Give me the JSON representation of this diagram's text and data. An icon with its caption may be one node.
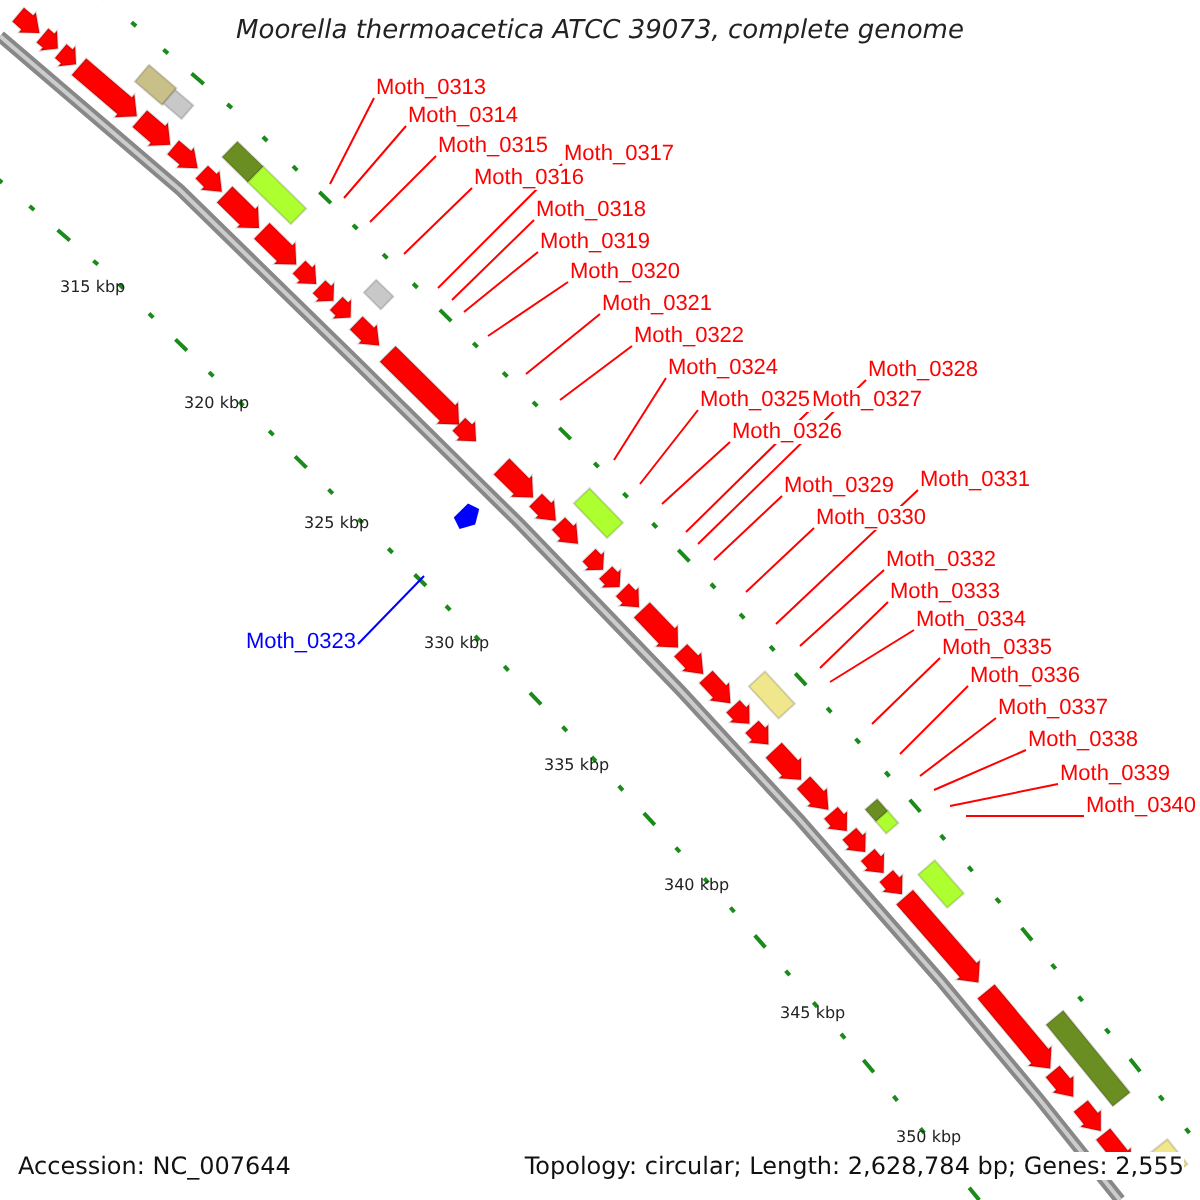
{
  "diagram": {
    "title": "Moorella thermoacetica ATCC 39073, complete genome",
    "nodes": [
      {
        "text": [
          "Moth_0313"
        ]
      },
      {
        "text": [
          "Moth_0314"
        ]
      },
      {
        "text": [
          "Moth_0315"
        ]
      },
      {
        "text": [
          "Moth_0316"
        ]
      },
      {
        "text": [
          "Moth_0317"
        ]
      },
      {
        "text": [
          "Moth_0318"
        ]
      },
      {
        "text": [
          "Moth_0319"
        ]
      },
      {
        "text": [
          "Moth_0320"
        ]
      },
      {
        "text": [
          "Moth_0321"
        ]
      },
      {
        "text": [
          "Moth_0322"
        ]
      },
      {
        "text": [
          "Moth_0323"
        ]
      },
      {
        "text": [
          "Moth_0324"
        ]
      },
      {
        "text": [
          "Moth_0325"
        ]
      },
      {
        "text": [
          "Moth_0326"
        ]
      },
      {
        "text": [
          "Moth_0327"
        ]
      },
      {
        "text": [
          "Moth_0328"
        ]
      },
      {
        "text": [
          "Moth_0329"
        ]
      },
      {
        "text": [
          "Moth_0330"
        ]
      },
      {
        "text": [
          "Moth_0331"
        ]
      },
      {
        "text": [
          "Moth_0332"
        ]
      },
      {
        "text": [
          "Moth_0333"
        ]
      },
      {
        "text": [
          "Moth_0334"
        ]
      },
      {
        "text": [
          "Moth_0335"
        ]
      },
      {
        "text": [
          "Moth_0336"
        ]
      },
      {
        "text": [
          "Moth_0337"
        ]
      },
      {
        "text": [
          "Moth_0338"
        ]
      },
      {
        "text": [
          "Moth_0339"
        ]
      },
      {
        "text": [
          "Moth_0340"
        ]
      }
    ],
    "edges": [
      {
        "from": 0,
        "to": null,
        "arrow": "none"
      },
      {
        "from": 1,
        "to": null,
        "arrow": "none"
      },
      {
        "from": 2,
        "to": null,
        "arrow": "none"
      },
      {
        "from": 3,
        "to": null,
        "arrow": "none"
      },
      {
        "from": 4,
        "to": null,
        "arrow": "none"
      },
      {
        "from": 5,
        "to": null,
        "arrow": "none"
      },
      {
        "from": 6,
        "to": null,
        "arrow": "none"
      },
      {
        "from": 7,
        "to": null,
        "arrow": "none"
      },
      {
        "from": 8,
        "to": null,
        "arrow": "none"
      },
      {
        "from": 9,
        "to": null,
        "arrow": "none"
      },
      {
        "from": 10,
        "to": null,
        "arrow": "none",
        "color": "#0000ff"
      },
      {
        "from": 11,
        "to": null,
        "arrow": "none"
      },
      {
        "from": 12,
        "to": null,
        "arrow": "none"
      },
      {
        "from": 13,
        "to": null,
        "arrow": "none"
      },
      {
        "from": 14,
        "to": null,
        "arrow": "none"
      },
      {
        "from": 15,
        "to": null,
        "arrow": "none"
      },
      {
        "from": 16,
        "to": null,
        "arrow": "none"
      },
      {
        "from": 17,
        "to": null,
        "arrow": "none"
      },
      {
        "from": 18,
        "to": null,
        "arrow": "none"
      },
      {
        "from": 19,
        "to": null,
        "arrow": "none"
      },
      {
        "from": 20,
        "to": null,
        "arrow": "none"
      },
      {
        "from": 21,
        "to": null,
        "arrow": "none"
      },
      {
        "from": 22,
        "to": null,
        "arrow": "none"
      },
      {
        "from": 23,
        "to": null,
        "arrow": "none"
      },
      {
        "from": 24,
        "to": null,
        "arrow": "none"
      },
      {
        "from": 25,
        "to": null,
        "arrow": "none"
      },
      {
        "from": 26,
        "to": null,
        "arrow": "none"
      },
      {
        "from": 27,
        "to": null,
        "arrow": "none"
      }
    ],
    "labels": [
      "315 kbp",
      "320 kbp",
      "325 kbp",
      "330 kbp",
      "335 kbp",
      "340 kbp",
      "345 kbp",
      "350 kbp",
      "Accession: NC_007644",
      "Topology: circular; Length: 2,628,784 bp; Genes: 2,555"
    ]
  }
}
